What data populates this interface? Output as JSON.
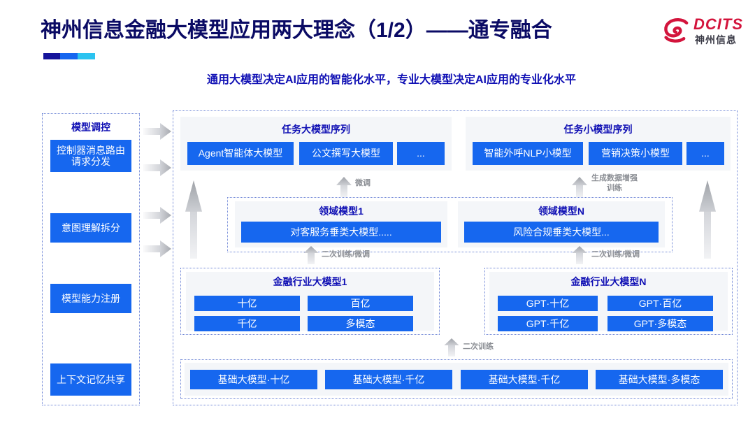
{
  "header": {
    "title": "神州信息金融大模型应用两大理念（1/2）——通专融合",
    "subtitle": "通用大模型决定AI应用的智能化水平，专业大模型决定AI应用的专业化水平",
    "logo_en": "DCITS",
    "logo_cn": "神州信息"
  },
  "sidebar": {
    "title": "模型调控",
    "items": [
      {
        "label": "控制器消息路由请求分发"
      },
      {
        "label": "意图理解拆分"
      },
      {
        "label": "模型能力注册"
      },
      {
        "label": "上下文记忆共享"
      }
    ]
  },
  "tier_task": {
    "left": {
      "title": "任务大模型序列",
      "boxes": [
        "Agent智能体大模型",
        "公文撰写大模型",
        "..."
      ]
    },
    "right": {
      "title": "任务小模型序列",
      "boxes": [
        "智能外呼NLP小模型",
        "营销决策小模型",
        "..."
      ]
    }
  },
  "tier_domain": {
    "left": {
      "title": "领域模型1",
      "box": "对客服务垂类大模型....."
    },
    "right": {
      "title": "领域模型N",
      "box": "风险合规垂类大模型..."
    }
  },
  "tier_industry": {
    "left": {
      "title": "金融行业大模型1",
      "boxes": [
        "十亿",
        "百亿",
        "千亿",
        "多模态"
      ]
    },
    "right": {
      "title": "金融行业大模型N",
      "boxes": [
        "GPT·十亿",
        "GPT·百亿",
        "GPT·千亿",
        "GPT·多模态"
      ]
    }
  },
  "tier_base": {
    "boxes": [
      "基础大模型·十亿",
      "基础大模型·千亿",
      "基础大模型·千亿",
      "基础大模型·多模态"
    ]
  },
  "arrow_labels": {
    "finetune_left": "微调",
    "gen_data_right": "生成数据增强\n训练",
    "retrain_left": "二次训练/微调",
    "retrain_right": "二次训练/微调",
    "retrain_base": "二次训练"
  },
  "colors": {
    "blue_box": "#1667ef",
    "title_navy": "#0a0a64",
    "heading_blue": "#1010b4",
    "logo_red": "#d3143c",
    "panel_gray": "#f4f6f9",
    "dotted_border": "#6f86d6",
    "arrow_gray": "#c9cbd0"
  }
}
